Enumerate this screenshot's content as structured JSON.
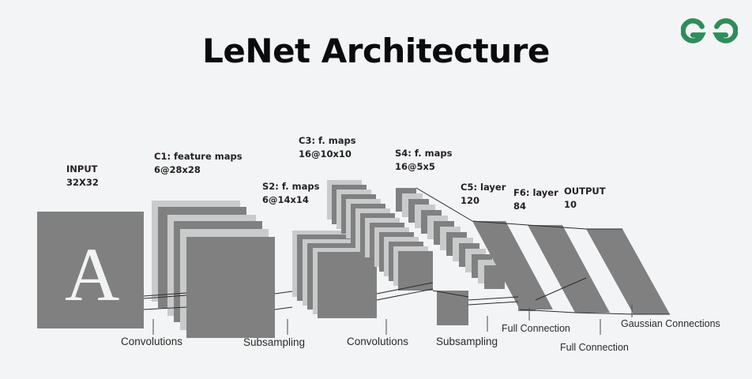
{
  "page": {
    "title": "LeNet Architecture",
    "background_color": "#f3f4f5",
    "title_color": "#0b0b0d"
  },
  "logo": {
    "name": "geeksforgeeks-logo",
    "color": "#2f8d5b"
  },
  "diagram": {
    "input_letter": "A",
    "colors": {
      "dark_gray": "#808080",
      "light_gray": "#c9cacb",
      "mid_gray": "#9a9b9c",
      "line": "#2b2b2b"
    },
    "layer_labels": [
      {
        "id": "input",
        "line1": "INPUT",
        "line2": "32X32"
      },
      {
        "id": "c1",
        "line1": "C1: feature maps",
        "line2": "6@28x28"
      },
      {
        "id": "s2",
        "line1": "S2: f. maps",
        "line2": "6@14x14"
      },
      {
        "id": "c3",
        "line1": "C3: f. maps",
        "line2": "16@10x10"
      },
      {
        "id": "s4",
        "line1": "S4: f. maps",
        "line2": "16@5x5"
      },
      {
        "id": "c5",
        "line1": "C5: layer",
        "line2": "120"
      },
      {
        "id": "f6",
        "line1": "F6: layer",
        "line2": "84"
      },
      {
        "id": "output",
        "line1": "OUTPUT",
        "line2": "10"
      }
    ],
    "connection_labels": [
      {
        "id": "conv1",
        "text": "Convolutions"
      },
      {
        "id": "subsamp1",
        "text": "Subsampling"
      },
      {
        "id": "conv2",
        "text": "Convolutions"
      },
      {
        "id": "subsamp2",
        "text": "Subsampling"
      },
      {
        "id": "full1",
        "text": "Full Connection"
      },
      {
        "id": "full2",
        "text": "Full Connection"
      },
      {
        "id": "gaussian",
        "text": "Gaussian Connections"
      }
    ]
  }
}
